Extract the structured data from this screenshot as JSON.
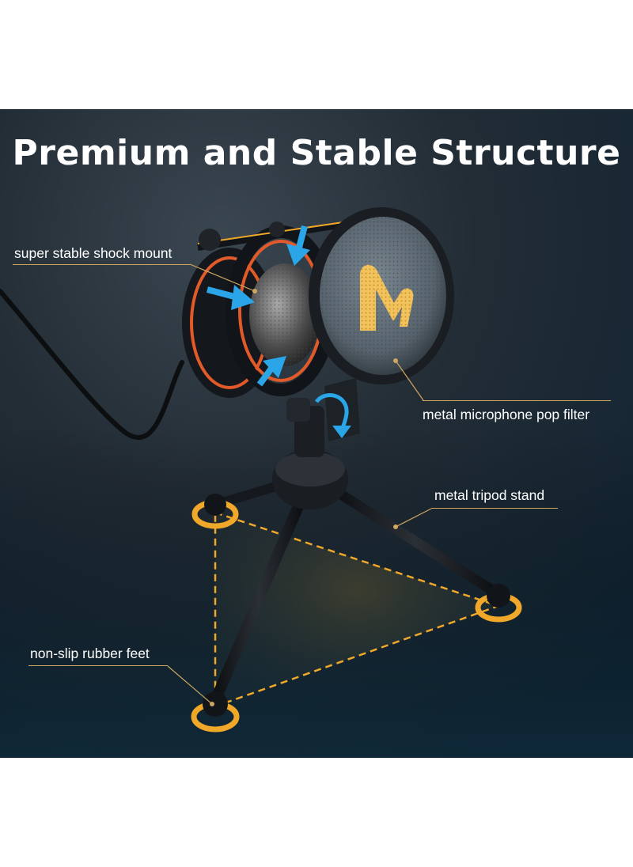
{
  "headline": "Premium and Stable Structure",
  "callouts": {
    "shock_mount": "super stable shock mount",
    "pop_filter": "metal microphone pop filter",
    "tripod": "metal tripod stand",
    "feet": "non-slip rubber feet"
  },
  "colors": {
    "accent_gold": "#f0a82a",
    "arrow_blue": "#2aa6e8",
    "background_dark": "#1b2530"
  },
  "icons": [
    "maono-logo",
    "blue-arrow-icon",
    "rotation-arrow-icon"
  ]
}
